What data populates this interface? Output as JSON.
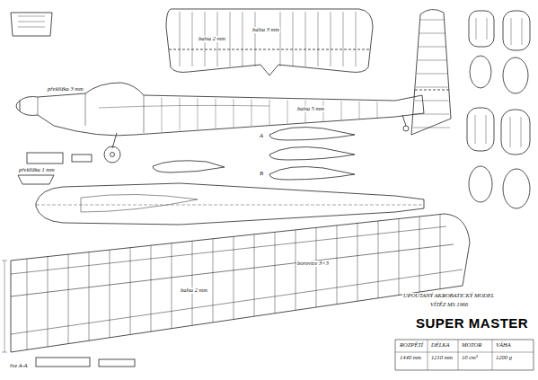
{
  "diagram": {
    "title": "SUPER MASTER",
    "labels": [
      "UPOUTANÝ AKROBATICKÝ MODEL",
      "VÍTĚZ MS 1966",
      "ROZPĚTÍ",
      "1440 mm",
      "DÉLKA",
      "1210 mm",
      "MOTOR",
      "10 cm³",
      "VÁHA",
      "1200 g",
      "balsa 3 mm",
      "balsa 2 mm",
      "balsa 5 mm",
      "překližka 3 mm",
      "balsa 2 mm",
      "borovice 3×3",
      "překližka 1 mm",
      "řez A-A",
      "A",
      "B"
    ]
  }
}
